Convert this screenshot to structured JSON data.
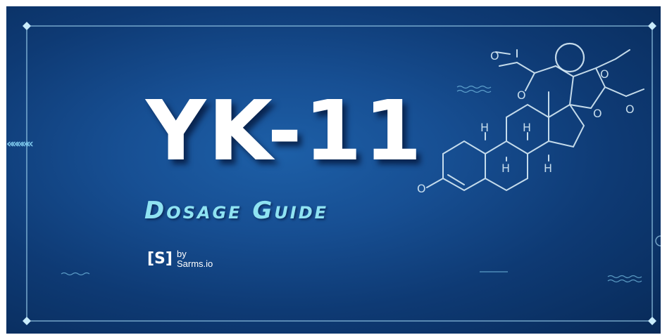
{
  "banner": {
    "title": "YK-11",
    "subtitle": "Dosage Guide",
    "brand_logo": "[S]",
    "brand_line1": "by",
    "brand_line2": "Sarms.io",
    "chevrons": "«««««",
    "colors": {
      "background_center": "#1d5fa7",
      "background_edge": "#082a58",
      "title": "#ffffff",
      "subtitle": "#8fe3f2",
      "accent_lines": "#9fd3f0"
    },
    "icons": [
      "molecule-structure-icon",
      "chevron-left-icon",
      "wave-icon",
      "diamond-icon"
    ]
  }
}
